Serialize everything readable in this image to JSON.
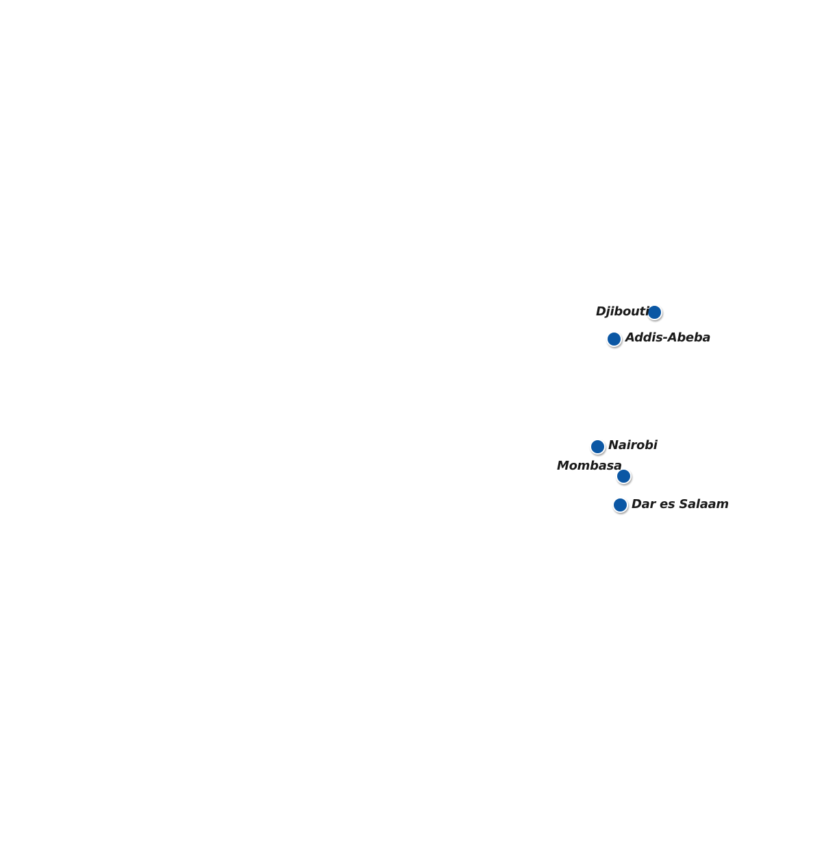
{
  "map": {
    "marker_color": "#0b57a4",
    "label_color": "#1a1a1a",
    "background_color": "#ffffff",
    "cities": [
      {
        "name": "Djibouti"
      },
      {
        "name": "Addis-Abeba"
      },
      {
        "name": "Nairobi"
      },
      {
        "name": "Mombasa"
      },
      {
        "name": "Dar es Salaam"
      }
    ]
  }
}
